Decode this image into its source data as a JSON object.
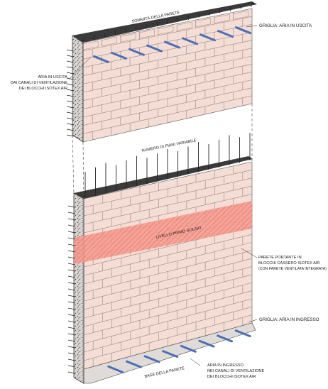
{
  "labels": {
    "sommita": "SOMMITÀ DELLA PARETE",
    "griglia_uscita": "GRIGLIA: ARIA IN USCITA",
    "aria_uscita": [
      "ARIA IN USCITA",
      "DAI CANALI DI VENTILAZIONE",
      "DEI BLOCCHI ISOTEX AIR"
    ],
    "numero_piani": "NUMERO DI PIANI VARIABILE",
    "livello_solaio": "LIVELLO PRIMO SOLAIO",
    "parete_portante": [
      "PARETE PORTANTE IN",
      "BLOCCHI CASSERO ISOTEX AIR",
      "(CON PARETE VENTILATA INTEGRATA)"
    ],
    "griglia_ingresso": "GRIGLIA: ARIA IN INGRESSO",
    "base": "BASE DELLA PARETE",
    "aria_ingresso": [
      "ARIA IN INGRESSO",
      "NEI CANALI DI VENTILAZIONE",
      "DEI BLOCCHI ISOTEX AIR"
    ]
  },
  "colors": {
    "block": "#f3ddd4",
    "mortar": "#9a8a84",
    "top_face": "#ece6e2",
    "side_face": "#3a3a3a",
    "concrete": "#d8d4d0",
    "slab_band": "#f49a8e",
    "slab_hatch": "#e2533f",
    "vent_bar": "#4a6fb8",
    "rebar": "#222222"
  }
}
